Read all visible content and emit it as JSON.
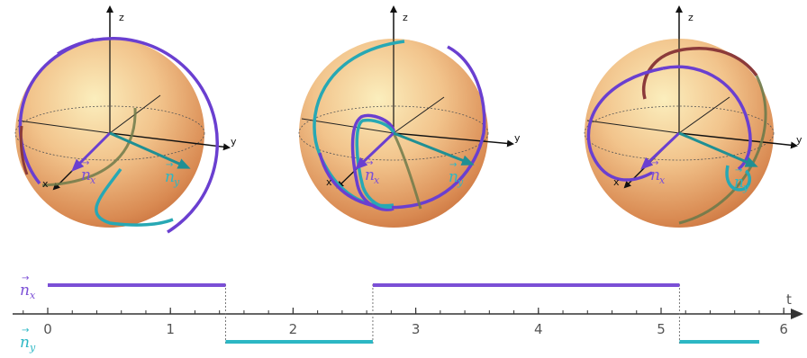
{
  "figure": {
    "axis_labels": {
      "x": "x",
      "y": "y",
      "z": "z"
    },
    "vector_labels": {
      "nx": {
        "arrow": "→",
        "symbol": "n",
        "subscript": "x"
      },
      "ny": {
        "arrow": "→",
        "symbol": "n",
        "subscript": "y"
      }
    },
    "colors": {
      "nx": "#7b4fd6",
      "ny": "#2cb7c4",
      "trajectory_purple": "#6a3fd0",
      "trajectory_teal": "#27a8b4",
      "trajectory_maroon": "#8b3a3a",
      "trajectory_olive": "#6e7a4a",
      "sphere_center": "#fbeebd",
      "sphere_edge": "#c8703c"
    },
    "timeline": {
      "axis_label": "t",
      "ticks": [
        "0",
        "1",
        "2",
        "3",
        "4",
        "5",
        "6"
      ],
      "tick_values": [
        0,
        1,
        2,
        3,
        4,
        5,
        6
      ],
      "nx_intervals": [
        [
          0,
          1.45
        ],
        [
          2.65,
          5.15
        ]
      ],
      "ny_intervals": [
        [
          1.45,
          2.65
        ],
        [
          5.15,
          5.8
        ]
      ],
      "switch_times": [
        1.45,
        2.65,
        5.15
      ]
    }
  }
}
